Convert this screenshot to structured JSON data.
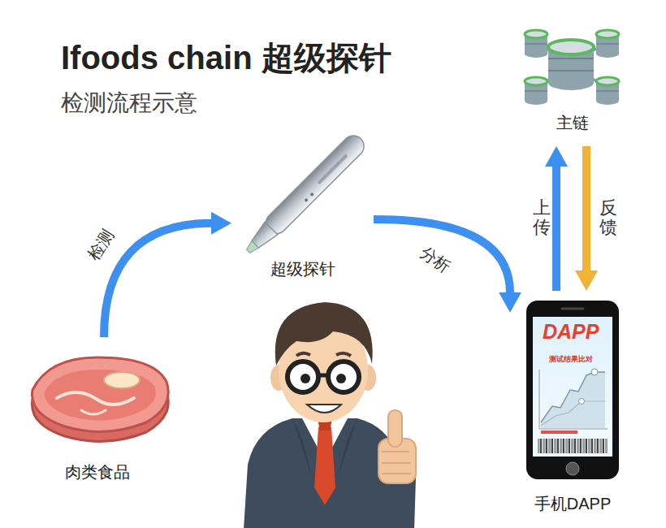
{
  "diagram": {
    "title": "Ifoods chain 超级探针",
    "nodes": [
      {
        "text": [
          "肉类食品"
        ]
      },
      {
        "text": [
          "超级探针"
        ]
      },
      {
        "text": [
          "主链"
        ]
      },
      {
        "text": [
          "手机DAPP"
        ]
      }
    ],
    "edges": [
      {
        "from": 0,
        "to": 1,
        "label": "检测",
        "arrow": "to"
      },
      {
        "from": 1,
        "to": 3,
        "label": "分析",
        "arrow": "to"
      },
      {
        "from": 3,
        "to": 2,
        "label": "上传",
        "arrow": "to"
      },
      {
        "from": 2,
        "to": 3,
        "label": "反馈",
        "arrow": "to"
      }
    ],
    "labels": [
      "检测流程示意",
      "DAPP",
      "测试结果比对"
    ]
  }
}
